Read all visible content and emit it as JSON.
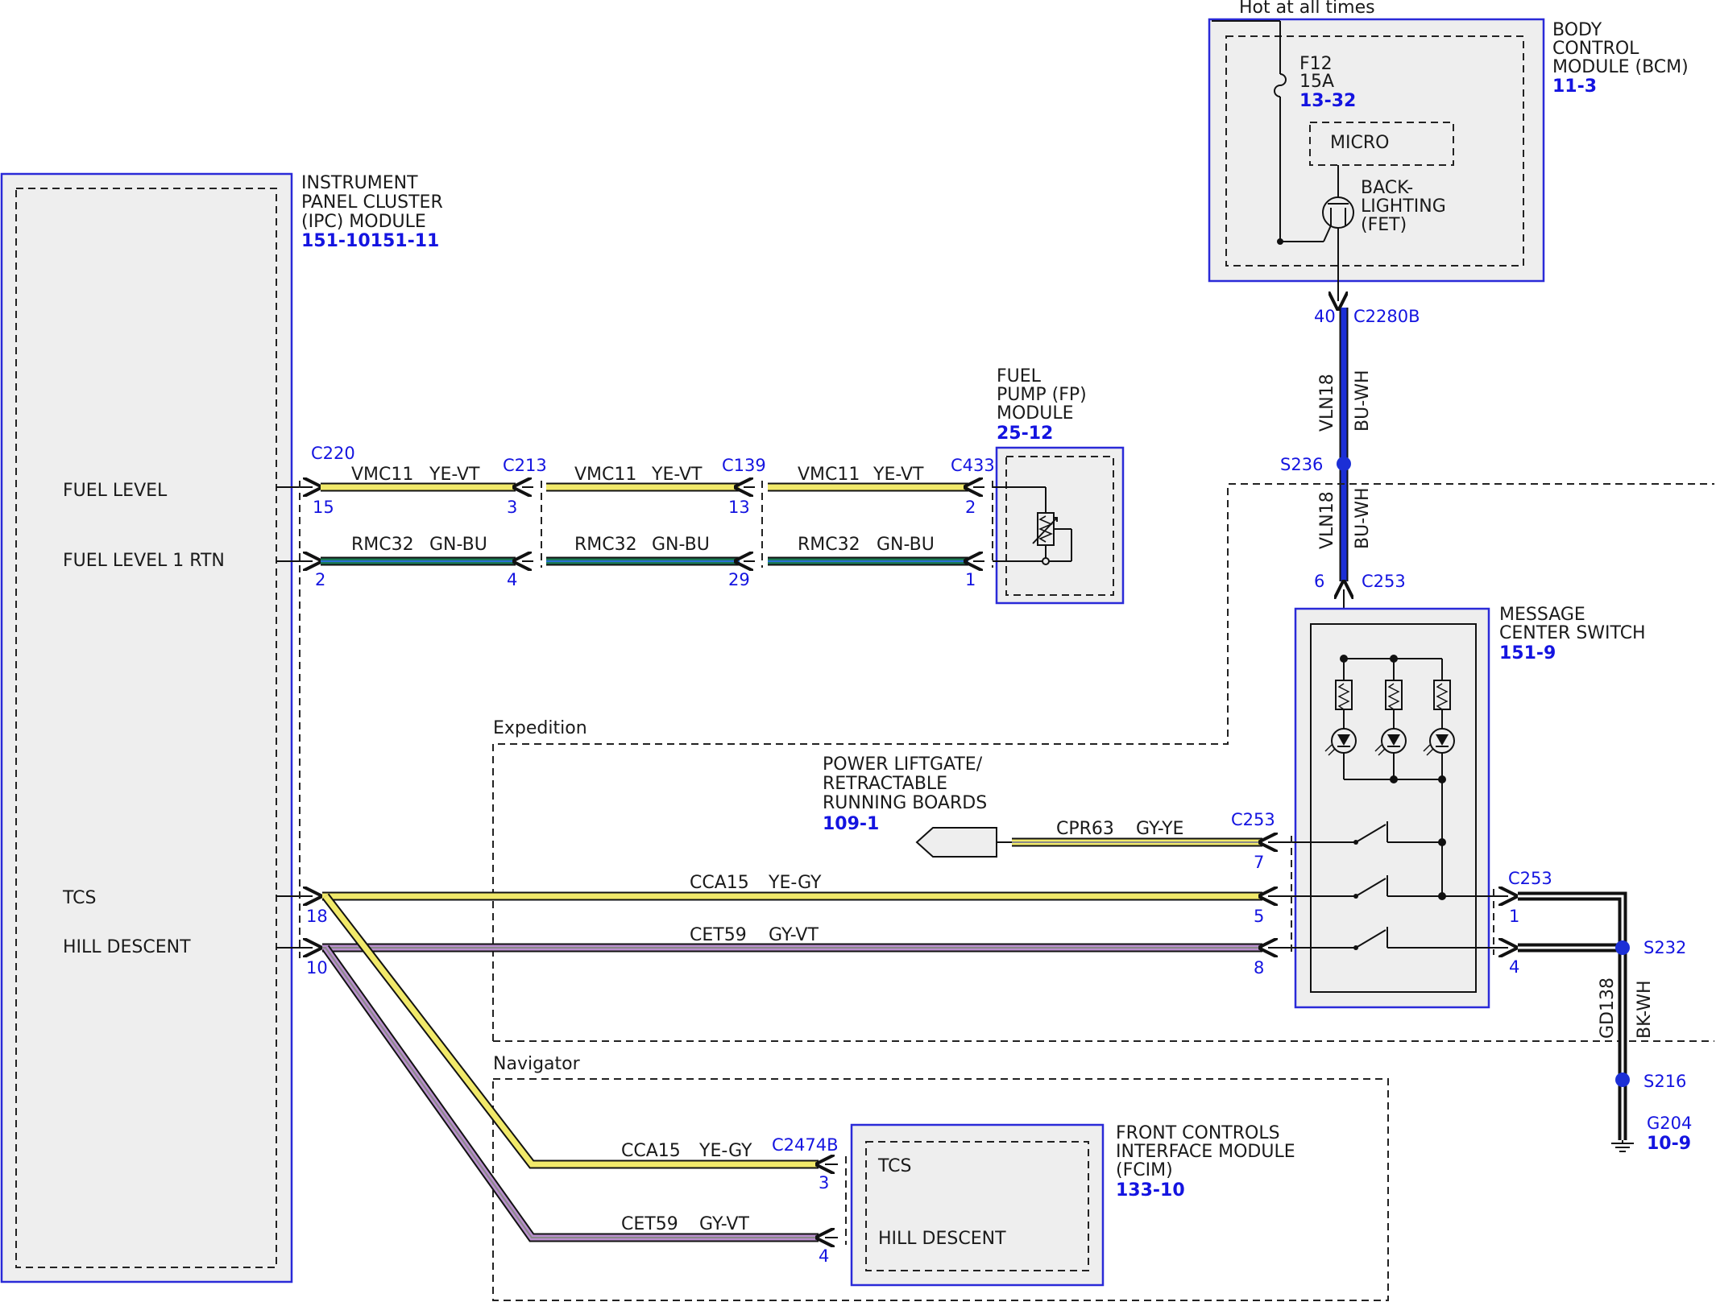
{
  "modules": {
    "ipc": {
      "l1": "INSTRUMENT",
      "l2": "PANEL CLUSTER",
      "l3": "(IPC) MODULE",
      "ref": "151-10151-11"
    },
    "bcm": {
      "l1": "BODY",
      "l2": "CONTROL",
      "l3": "MODULE (BCM)",
      "ref": "11-3"
    },
    "fp": {
      "l1": "FUEL",
      "l2": "PUMP (FP)",
      "l3": "MODULE",
      "ref": "25-12"
    },
    "msg": {
      "l1": "MESSAGE",
      "l2": "CENTER SWITCH",
      "ref": "151-9"
    },
    "fcim": {
      "l1": "FRONT CONTROLS",
      "l2": "INTERFACE MODULE",
      "l3": "(FCIM)",
      "ref": "133-10"
    },
    "liftgate": {
      "l1": "POWER LIFTGATE/",
      "l2": "RETRACTABLE",
      "l3": "RUNNING BOARDS",
      "ref": "109-1"
    }
  },
  "bcm_internal": {
    "hot": "Hot at all times",
    "fuse": "F12",
    "amps": "15A",
    "fuse_ref": "13-32",
    "micro": "MICRO",
    "back1": "BACK-",
    "back2": "LIGHTING",
    "back3": "(FET)"
  },
  "ipc_pins": {
    "fuel_level": "FUEL LEVEL",
    "fuel_rtn": "FUEL LEVEL 1 RTN",
    "tcs": "TCS",
    "hill": "HILL DESCENT"
  },
  "fcim_pins": {
    "tcs": "TCS",
    "hill": "HILL DESCENT"
  },
  "regions": {
    "expedition": "Expedition",
    "navigator": "Navigator"
  },
  "connectors": {
    "c220": "C220",
    "c213": "C213",
    "c139": "C139",
    "c433": "C433",
    "c2280b": "C2280B",
    "c253": "C253",
    "c2474b": "C2474B"
  },
  "pins": {
    "p15": "15",
    "p3": "3",
    "p13": "13",
    "p2": "2",
    "p2b": "2",
    "p4": "4",
    "p29": "29",
    "p1": "1",
    "p40": "40",
    "p6": "6",
    "p7": "7",
    "p5": "5",
    "p8": "8",
    "p1b": "1",
    "p4b": "4",
    "p18": "18",
    "p10": "10",
    "p3b": "3",
    "p4c": "4"
  },
  "circuits": {
    "vmc11": "VMC11",
    "yevt": "YE-VT",
    "rmc32": "RMC32",
    "gnbu": "GN-BU",
    "vln18": "VLN18",
    "buwh": "BU-WH",
    "cpr63": "CPR63",
    "gyye": "GY-YE",
    "cca15": "CCA15",
    "yegy": "YE-GY",
    "cet59": "CET59",
    "gyvt": "GY-VT",
    "gd138": "GD138",
    "bkwh": "BK-WH"
  },
  "splices": {
    "s236": "S236",
    "s232": "S232",
    "s216": "S216"
  },
  "ground": {
    "name": "G204",
    "ref": "10-9"
  },
  "colors": {
    "yellow": "#f1e96a",
    "violet": "#b98fcd",
    "green": "#1a7a57",
    "blue": "#1c2fd6",
    "black": "#111111",
    "ref_blue": "#1414e0"
  }
}
